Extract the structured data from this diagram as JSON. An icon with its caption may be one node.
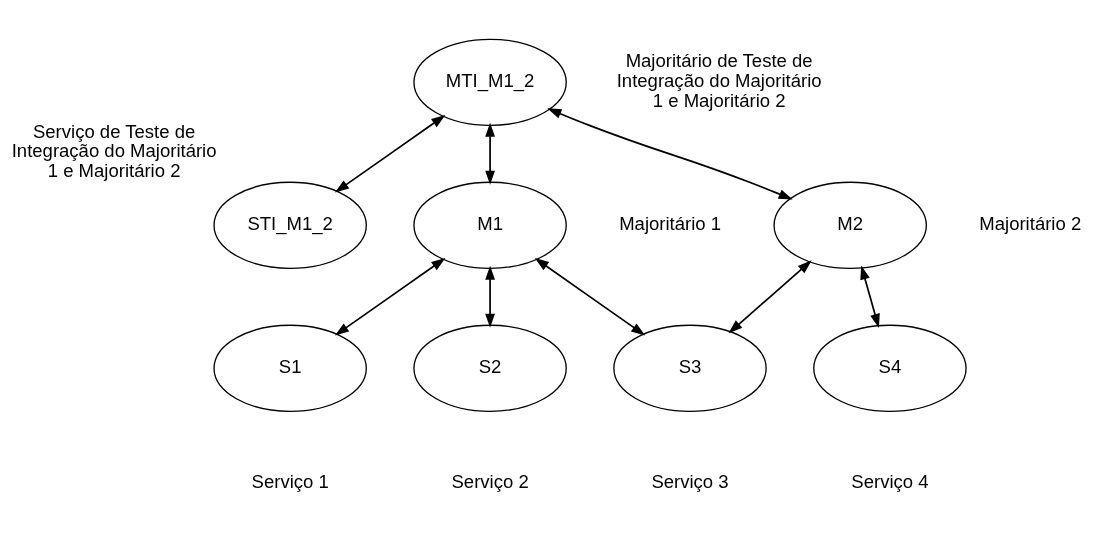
{
  "diagram": {
    "nodes": [
      {
        "text": [
          "MTI_M1_2"
        ],
        "beside": [
          "Majoritário de Teste de Integração do Majoritário 1 e Majoritário 2"
        ]
      },
      {
        "text": [
          "STI_M1_2"
        ],
        "beside": [
          "Serviço de Teste de Integração do Majoritário 1 e Majoritário 2"
        ]
      },
      {
        "text": [
          "M1"
        ],
        "beside": [
          "Majoritário 1"
        ]
      },
      {
        "text": [
          "M2"
        ],
        "beside": [
          "Majoritário 2"
        ]
      },
      {
        "text": [
          "S1"
        ],
        "beside": [
          "Serviço 1"
        ]
      },
      {
        "text": [
          "S2"
        ],
        "beside": [
          "Serviço 2"
        ]
      },
      {
        "text": [
          "S3"
        ],
        "beside": [
          "Serviço 3"
        ]
      },
      {
        "text": [
          "S4"
        ],
        "beside": [
          "Serviço 4"
        ]
      }
    ],
    "edges": [
      {
        "from": 0,
        "to": 1,
        "arrow": "both"
      },
      {
        "from": 0,
        "to": 2,
        "arrow": "both"
      },
      {
        "from": 0,
        "to": 3,
        "arrow": "both"
      },
      {
        "from": 2,
        "to": 4,
        "arrow": "both"
      },
      {
        "from": 2,
        "to": 5,
        "arrow": "both"
      },
      {
        "from": 2,
        "to": 6,
        "arrow": "both"
      },
      {
        "from": 3,
        "to": 6,
        "arrow": "both"
      },
      {
        "from": 3,
        "to": 7,
        "arrow": "both"
      }
    ]
  }
}
